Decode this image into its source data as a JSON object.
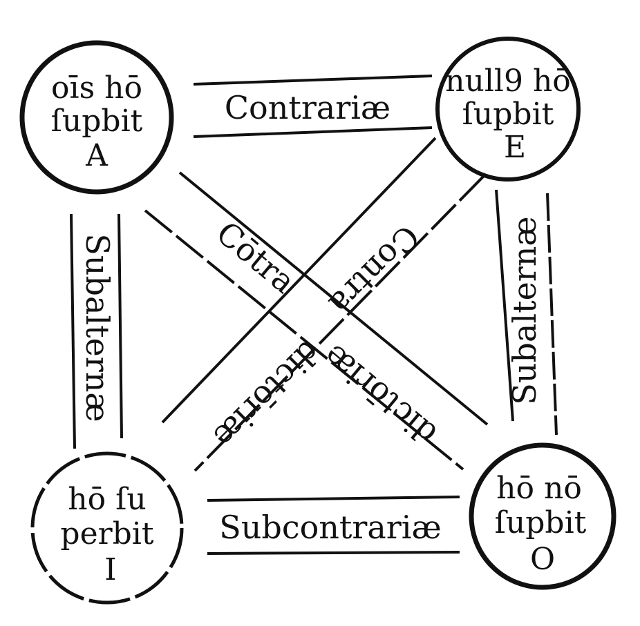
{
  "title": "Square of opposition",
  "corners": {
    "A": {
      "line1": "oīs hō",
      "line2": "ſupbit",
      "letter": "A"
    },
    "E": {
      "line1": "null9 hō",
      "line2": "ſupbit",
      "letter": "E"
    },
    "I": {
      "line1": "hō ſu",
      "line2": "perbit",
      "letter": "I"
    },
    "O": {
      "line1": "hō nō",
      "line2": "ſupbit",
      "letter": "O"
    }
  },
  "relations": {
    "top": "Contrariæ",
    "bottom": "Subcontrariæ",
    "left": "Subalternæ",
    "right": "Subalternæ",
    "diag_a_o_1": "Cōtra",
    "diag_a_o_2": "dictōriæ",
    "diag_e_i_1": "Contra",
    "diag_e_i_2": "dictōriæ"
  },
  "colors": {
    "ink": "#111111",
    "paper": "#ffffff"
  }
}
